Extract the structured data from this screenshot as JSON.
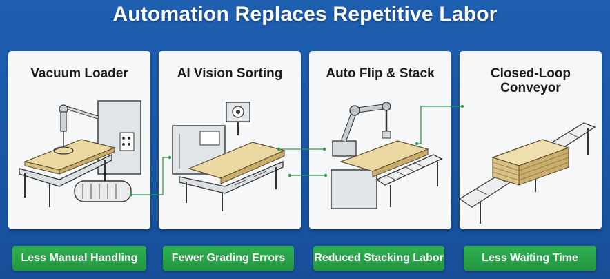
{
  "title": "Automation Replaces Repetitive Labor",
  "panels": [
    {
      "title": "Vacuum Loader",
      "benefit": "Less Manual Handling"
    },
    {
      "title": "AI Vision Sorting",
      "benefit": "Fewer Grading Errors"
    },
    {
      "title": "Auto Flip & Stack",
      "benefit": "Reduced Stacking Labor"
    },
    {
      "title": "Closed-Loop Conveyor",
      "benefit": "Less Waiting Time"
    }
  ],
  "colors": {
    "background": "#1a57a6",
    "panel": "#f6f7f8",
    "benefit": "#27a247",
    "connector": "#2e9a4c",
    "wood": "#e9d39c"
  }
}
